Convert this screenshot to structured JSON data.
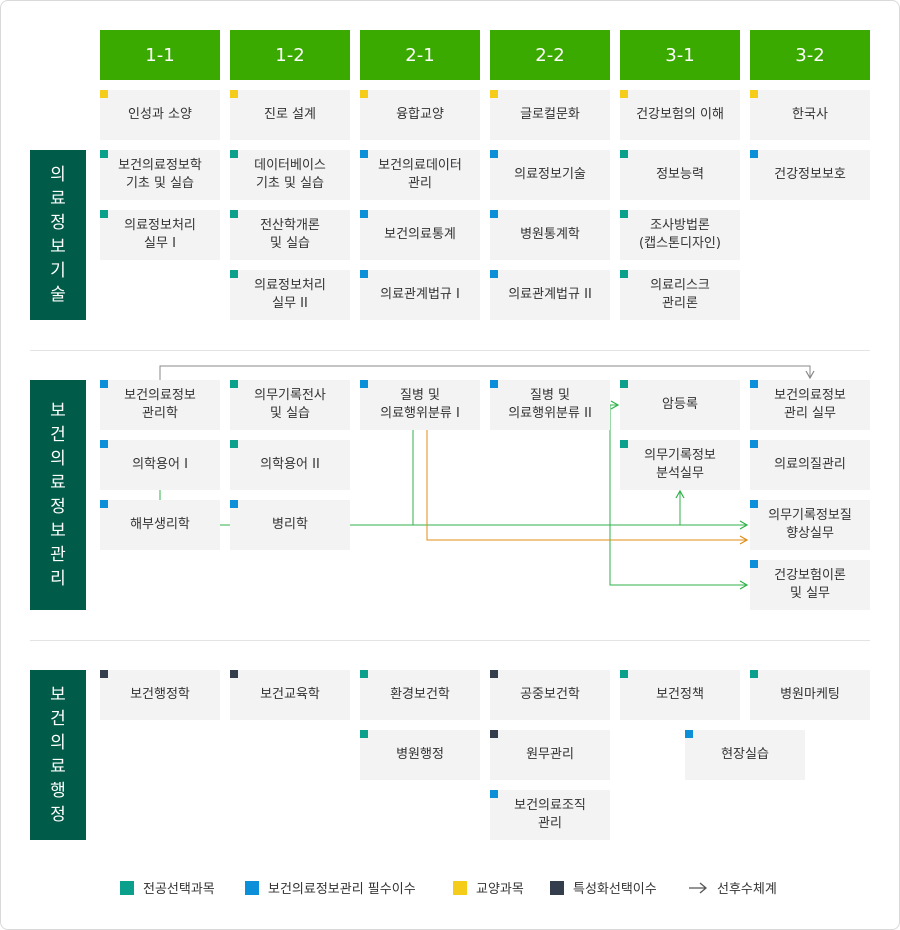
{
  "colors": {
    "major_elective": "#0aa08c",
    "required": "#0a8fd8",
    "liberal": "#f6cc1a",
    "special": "#333d4b",
    "semester_bg": "#3aaa00",
    "category_bg": "#005c48",
    "arrow_green": "#2fb24a",
    "arrow_orange": "#e08d14",
    "arrow_gray": "#888888"
  },
  "semesters": [
    "1-1",
    "1-2",
    "2-1",
    "2-2",
    "3-1",
    "3-2"
  ],
  "categories": [
    {
      "id": "info-tech",
      "label": "의료정보기술"
    },
    {
      "id": "info-mgmt",
      "label": "보건의료정보관리"
    },
    {
      "id": "admin",
      "label": "보건의료행정"
    }
  ],
  "courses": [
    {
      "id": "c1",
      "name": "인성과 소양",
      "type": "liberal"
    },
    {
      "id": "c2",
      "name": "진로 설계",
      "type": "liberal"
    },
    {
      "id": "c3",
      "name": "융합교양",
      "type": "liberal"
    },
    {
      "id": "c4",
      "name": "글로컬문화",
      "type": "liberal"
    },
    {
      "id": "c5",
      "name": "건강보험의 이해",
      "type": "liberal"
    },
    {
      "id": "c6",
      "name": "한국사",
      "type": "liberal"
    },
    {
      "id": "c7",
      "name": "보건의료정보학\n기초 및 실습",
      "type": "major_elective"
    },
    {
      "id": "c8",
      "name": "데이터베이스\n기초 및 실습",
      "type": "major_elective"
    },
    {
      "id": "c9",
      "name": "보건의료데이터\n관리",
      "type": "required"
    },
    {
      "id": "c10",
      "name": "의료정보기술",
      "type": "required"
    },
    {
      "id": "c11",
      "name": "정보능력",
      "type": "major_elective"
    },
    {
      "id": "c12",
      "name": "건강정보보호",
      "type": "required"
    },
    {
      "id": "c13",
      "name": "의료정보처리\n실무 I",
      "type": "major_elective"
    },
    {
      "id": "c14",
      "name": "전산학개론\n및 실습",
      "type": "major_elective"
    },
    {
      "id": "c15",
      "name": "보건의료통계",
      "type": "required"
    },
    {
      "id": "c16",
      "name": "병원통계학",
      "type": "required"
    },
    {
      "id": "c17",
      "name": "조사방법론\n(캡스톤디자인)",
      "type": "major_elective"
    },
    {
      "id": "c18",
      "name": "의료정보처리\n실무 II",
      "type": "major_elective"
    },
    {
      "id": "c19",
      "name": "의료관계법규 I",
      "type": "required"
    },
    {
      "id": "c20",
      "name": "의료관계법규 II",
      "type": "required"
    },
    {
      "id": "c21",
      "name": "의료리스크\n관리론",
      "type": "major_elective"
    },
    {
      "id": "m1",
      "name": "보건의료정보\n관리학",
      "type": "required"
    },
    {
      "id": "m2",
      "name": "의무기록전사\n및 실습",
      "type": "major_elective"
    },
    {
      "id": "m3",
      "name": "질병 및\n의료행위분류  I",
      "type": "required"
    },
    {
      "id": "m4",
      "name": "질병 및\n의료행위분류 II",
      "type": "required"
    },
    {
      "id": "m5",
      "name": "암등록",
      "type": "major_elective"
    },
    {
      "id": "m6",
      "name": "보건의료정보\n관리 실무",
      "type": "required"
    },
    {
      "id": "m7",
      "name": "의학용어 I",
      "type": "required"
    },
    {
      "id": "m8",
      "name": "의학용어 II",
      "type": "major_elective"
    },
    {
      "id": "m9",
      "name": "의무기록정보\n분석실무",
      "type": "major_elective"
    },
    {
      "id": "m10",
      "name": "의료의질관리",
      "type": "required"
    },
    {
      "id": "m11",
      "name": "해부생리학",
      "type": "required"
    },
    {
      "id": "m12",
      "name": "병리학",
      "type": "required"
    },
    {
      "id": "m13",
      "name": "의무기록정보질\n향상실무",
      "type": "required"
    },
    {
      "id": "m14",
      "name": "건강보험이론\n및 실무",
      "type": "required"
    },
    {
      "id": "a1",
      "name": "보건행정학",
      "type": "special"
    },
    {
      "id": "a2",
      "name": "보건교육학",
      "type": "special"
    },
    {
      "id": "a3",
      "name": "환경보건학",
      "type": "major_elective"
    },
    {
      "id": "a4",
      "name": "공중보건학",
      "type": "special"
    },
    {
      "id": "a5",
      "name": "보건정책",
      "type": "major_elective"
    },
    {
      "id": "a6",
      "name": "병원마케팅",
      "type": "major_elective"
    },
    {
      "id": "a7",
      "name": "병원행정",
      "type": "major_elective"
    },
    {
      "id": "a8",
      "name": "원무관리",
      "type": "special"
    },
    {
      "id": "a9",
      "name": "현장실습",
      "type": "required"
    },
    {
      "id": "a10",
      "name": "보건의료조직\n관리",
      "type": "required"
    }
  ],
  "legend": [
    {
      "label": "전공선택과목",
      "type": "major_elective"
    },
    {
      "label": "보건의료정보관리 필수이수",
      "type": "required"
    },
    {
      "label": "교양과목",
      "type": "liberal"
    },
    {
      "label": "특성화선택이수",
      "type": "special"
    },
    {
      "label": "선후수체계",
      "type": "arrow"
    }
  ]
}
